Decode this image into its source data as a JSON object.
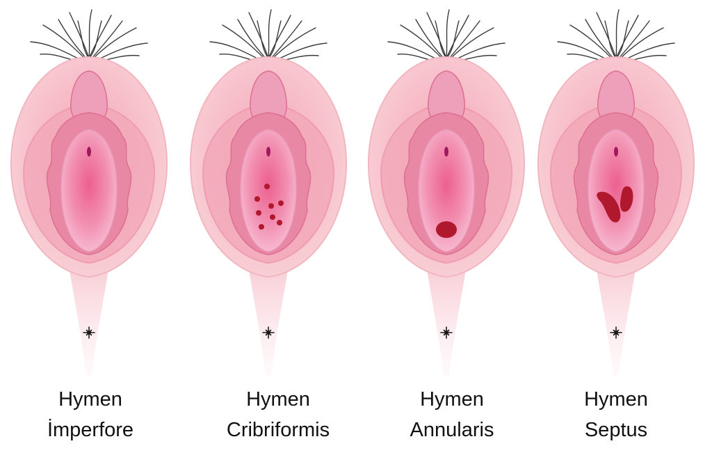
{
  "colors": {
    "outer": "#f7c9cf",
    "outer_edge": "#f2b6bf",
    "labia_major": "#f3a9b9",
    "labia_major_edge": "#ee97ab",
    "labia_minor": "#e888a5",
    "labia_minor_edge": "#dc6f92",
    "vestibule": "#f9b7cf",
    "vestibule_core": "#ef6f9a",
    "clitoral_hood": "#ee9fba",
    "urethra": "#a0185e",
    "opening": "#b0182e",
    "hair": "#3a3a3a",
    "anus": "#1a1a1a",
    "text": "#111111"
  },
  "panels": [
    {
      "name": "hymen-imperfore",
      "type": "imperforate",
      "label_line1": "Hymen",
      "label_line2": "İmperfore"
    },
    {
      "name": "hymen-cribriformis",
      "type": "cribriform",
      "label_line1": "Hymen",
      "label_line2": "Cribriformis"
    },
    {
      "name": "hymen-annularis",
      "type": "annular",
      "label_line1": "Hymen",
      "label_line2": "Annularis"
    },
    {
      "name": "hymen-septus",
      "type": "septate",
      "label_line1": "Hymen",
      "label_line2": "Septus"
    }
  ]
}
